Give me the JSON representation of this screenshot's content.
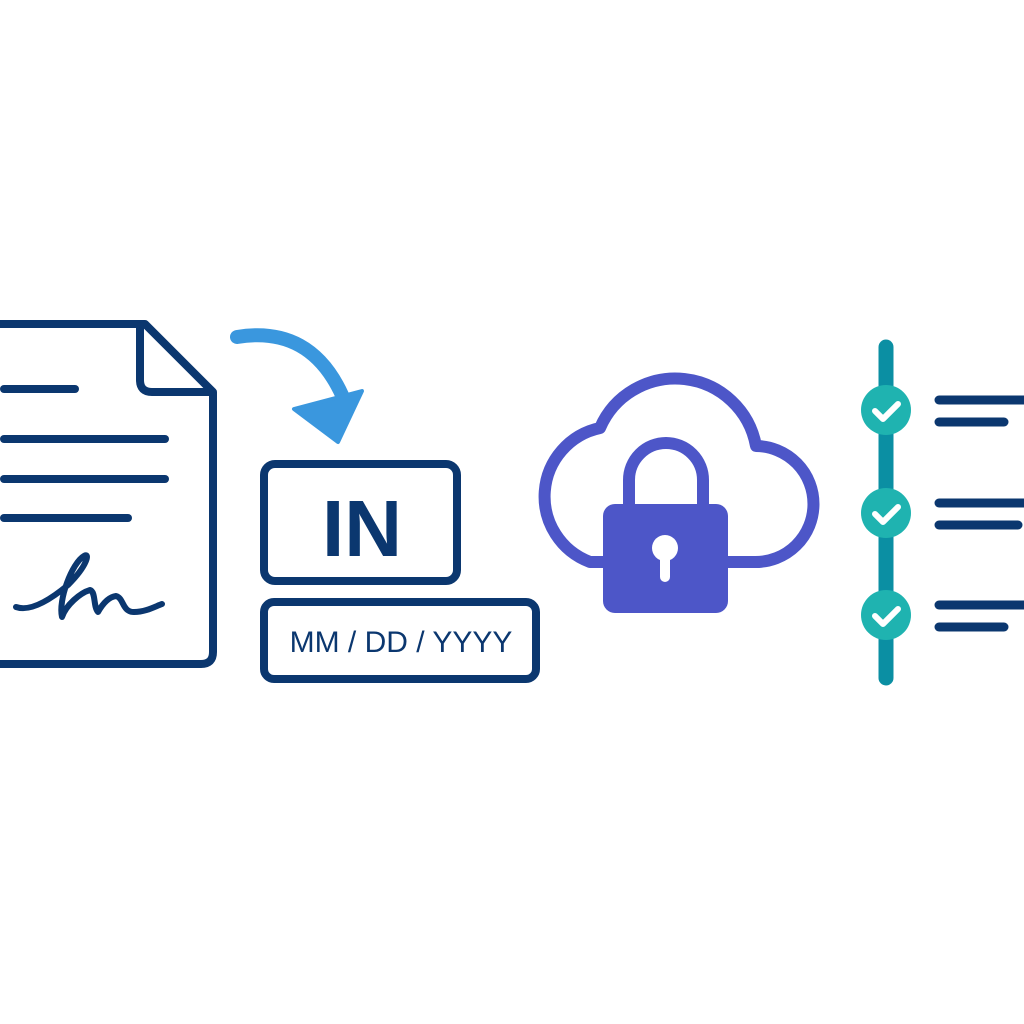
{
  "initials_field": {
    "label": "IN"
  },
  "date_field": {
    "placeholder": "MM / DD / YYYY"
  },
  "icons": {
    "document": "signed-document-icon",
    "arrow": "curved-arrow-icon",
    "cloud_lock": "cloud-lock-icon",
    "timeline": "checklist-timeline-icon"
  },
  "colors": {
    "navy": "#0b376f",
    "arrow_blue": "#3a97de",
    "cloud_purple": "#4d56c8",
    "check_teal": "#1fb3b0",
    "timeline_teal": "#0b8fa3"
  },
  "timeline": {
    "steps_completed": 3,
    "steps_total": 3
  }
}
